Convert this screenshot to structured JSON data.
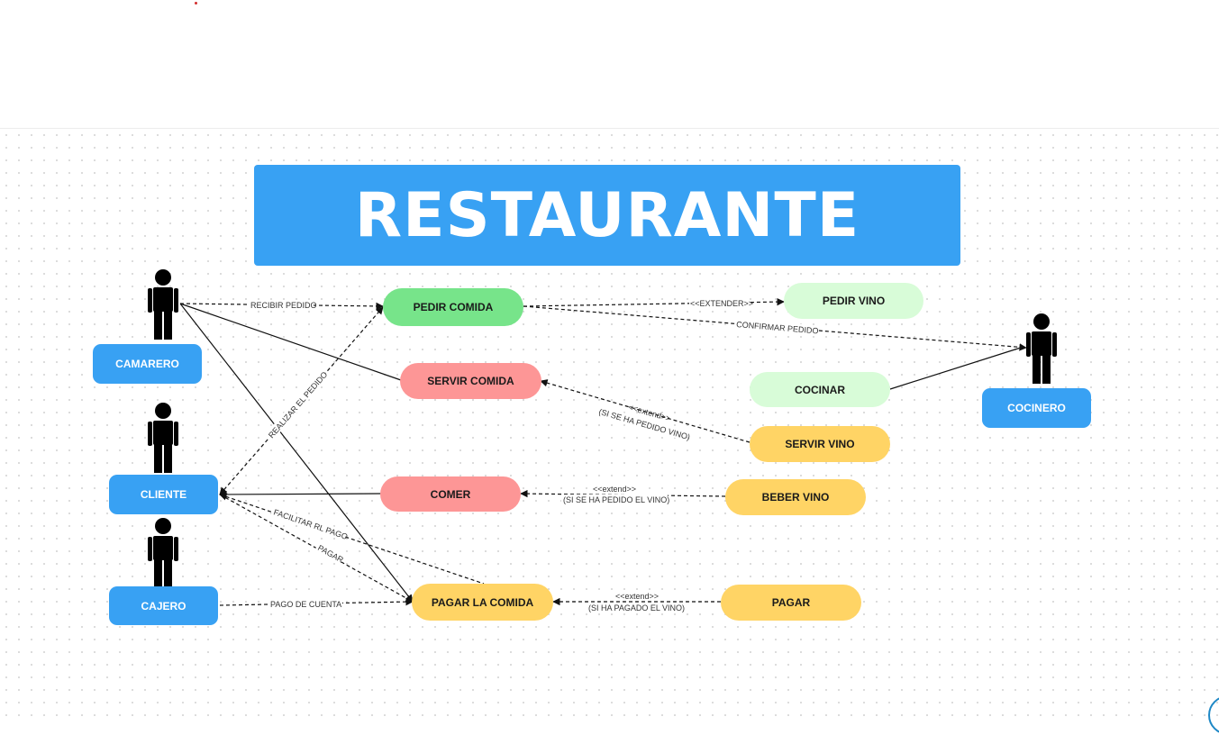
{
  "title": "RESTAURANTE",
  "actors": {
    "camarero": "CAMARERO",
    "cliente": "CLIENTE",
    "cajero": "CAJERO",
    "cocinero": "COCINERO"
  },
  "use_cases": {
    "pedir_comida": "PEDIR COMIDA",
    "pedir_vino": "PEDIR VINO",
    "servir_comida": "SERVIR COMIDA",
    "cocinar": "COCINAR",
    "servir_vino": "SERVIR VINO",
    "comer": "COMER",
    "beber_vino": "BEBER VINO",
    "pagar_la_comida": "PAGAR LA COMIDA",
    "pagar": "PAGAR"
  },
  "edge_labels": {
    "recibir_pedido": "RECIBIR PEDIDO",
    "extender": "<<EXTENDER>>",
    "confirmar_pedido": "CONFIRMAR PEDIDO",
    "realizar_pedido": "REALIZAR EL PEDIDO",
    "extend_servir_1": "<<extend>>",
    "extend_servir_2": "(SI SE HA PEDIDO VINO)",
    "extend_beber_1": "<<extend>>",
    "extend_beber_2": "(SI SE HA PEDIDO EL VINO)",
    "facilitar_pago": "FACILITAR RL PAGO",
    "pagar": "PAGAR",
    "pago_de_cuenta": "PAGO DE CUENTA",
    "extend_pagar_1": "<<extend>>",
    "extend_pagar_2": "(SI HA PAGADO EL VINO)"
  },
  "colors": {
    "actor_box": "#38a1f3",
    "banner": "#38a1f3",
    "green": "#77e48a",
    "light_green": "#d8fcd8",
    "salmon": "#fd9696",
    "yellow": "#ffd465"
  }
}
